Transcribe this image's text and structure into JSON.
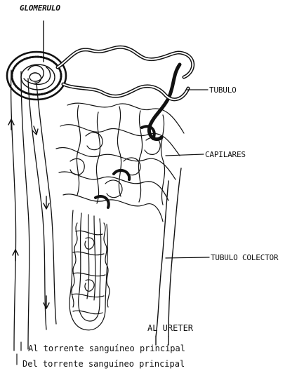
{
  "labels": {
    "glomerulo": "GLOMERULO",
    "tubulo": "TUBULO",
    "capilares": "CAPILARES",
    "tubulo_colector": "TUBULO COLECTOR",
    "al_ureter": "AL URETER"
  },
  "legend": {
    "to_bloodstream": "Al torrente sanguíneo principal",
    "from_bloodstream": "Del torrente sanguíneo principal"
  }
}
